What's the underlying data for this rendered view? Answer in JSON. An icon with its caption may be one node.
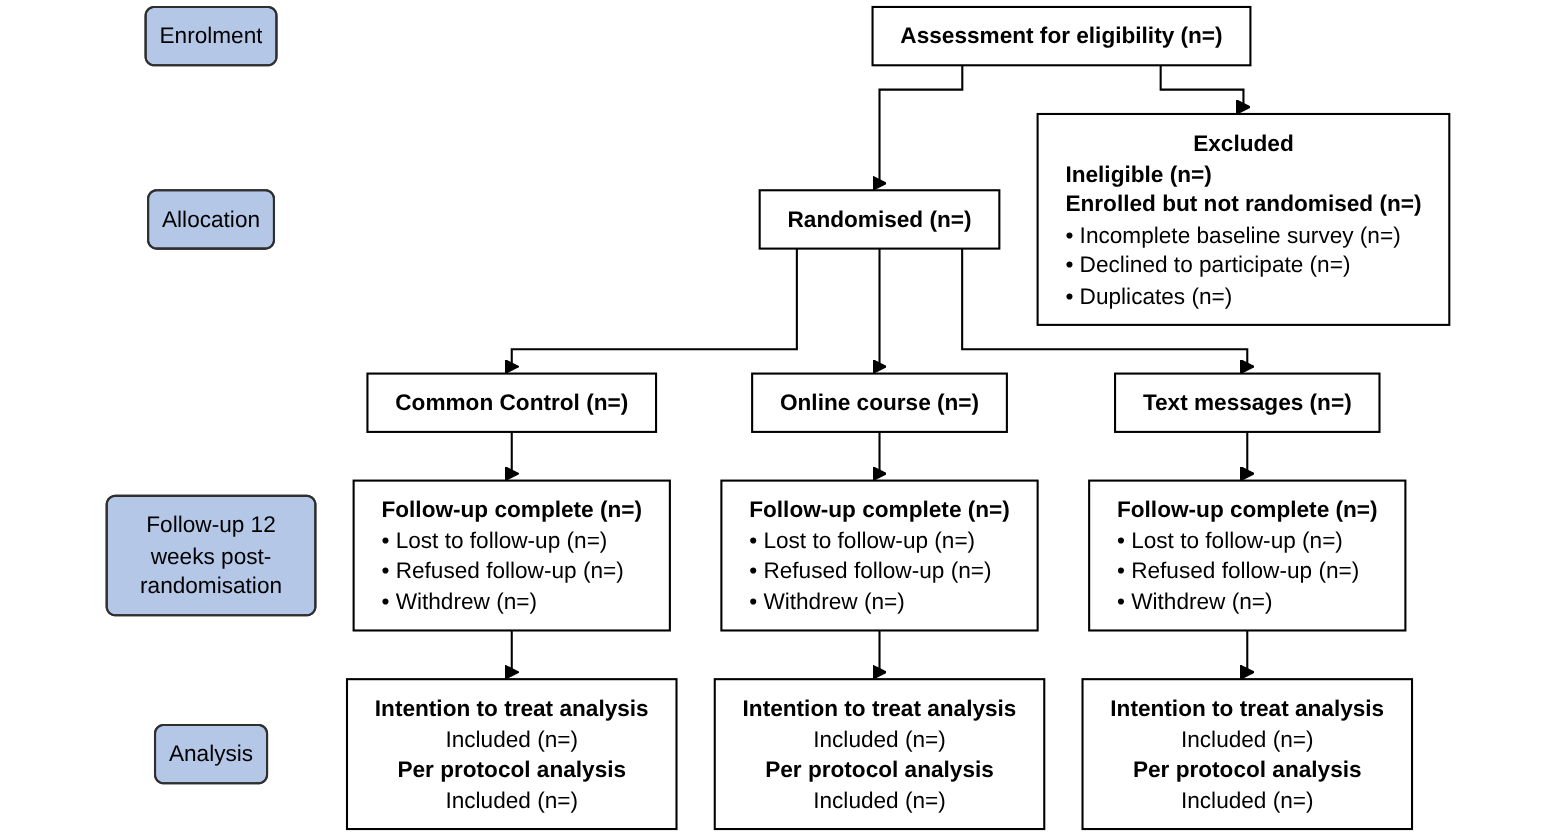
{
  "diagram": {
    "nodes": [
      {
        "text": [
          "Assessment for eligibility (n=)"
        ]
      },
      {
        "text": [
          "Excluded",
          "Ineligible (n=)",
          "Enrolled but not randomised (n=)",
          "• Incomplete baseline survey (n=)",
          "• Declined to participate (n=)",
          "• Duplicates (n=)"
        ]
      },
      {
        "text": [
          "Enrolment"
        ]
      },
      {
        "text": [
          "Randomised (n=)"
        ]
      },
      {
        "text": [
          "Allocation"
        ]
      },
      {
        "text": [
          "Common Control (n=)"
        ]
      },
      {
        "text": [
          "Online course (n=)"
        ]
      },
      {
        "text": [
          "Text messages (n=)"
        ]
      },
      {
        "text": [
          "Follow-up 12 weeks post-randomisation"
        ]
      },
      {
        "text": [
          "Follow-up complete (n=)",
          "• Lost to follow-up (n=)",
          "• Refused follow-up (n=)",
          "• Withdrew (n=)"
        ]
      },
      {
        "text": [
          "Follow-up complete (n=)",
          "• Lost to follow-up (n=)",
          "• Refused follow-up (n=)",
          "• Withdrew (n=)"
        ]
      },
      {
        "text": [
          "Follow-up complete (n=)",
          "• Lost to follow-up (n=)",
          "• Refused follow-up (n=)",
          "• Withdrew (n=)"
        ]
      },
      {
        "text": [
          "Analysis"
        ]
      },
      {
        "text": [
          "Intention to treat analysis",
          "Included (n=)",
          "Per protocol analysis",
          "Included (n=)"
        ]
      },
      {
        "text": [
          "Intention to treat analysis",
          "Included (n=)",
          "Per protocol analysis",
          "Included (n=)"
        ]
      },
      {
        "text": [
          "Intention to treat analysis",
          "Included (n=)",
          "Per protocol analysis",
          "Included (n=)"
        ]
      }
    ],
    "edges": [
      {
        "from": 0,
        "to": 3,
        "arrow": "to"
      },
      {
        "from": 0,
        "to": 1,
        "arrow": "to"
      },
      {
        "from": 3,
        "to": 5,
        "arrow": "to"
      },
      {
        "from": 3,
        "to": 6,
        "arrow": "to"
      },
      {
        "from": 3,
        "to": 7,
        "arrow": "to"
      },
      {
        "from": 5,
        "to": 9,
        "arrow": "to"
      },
      {
        "from": 6,
        "to": 10,
        "arrow": "to"
      },
      {
        "from": 7,
        "to": 11,
        "arrow": "to"
      },
      {
        "from": 9,
        "to": 13,
        "arrow": "to"
      },
      {
        "from": 10,
        "to": 14,
        "arrow": "to"
      },
      {
        "from": 11,
        "to": 15,
        "arrow": "to"
      }
    ]
  }
}
